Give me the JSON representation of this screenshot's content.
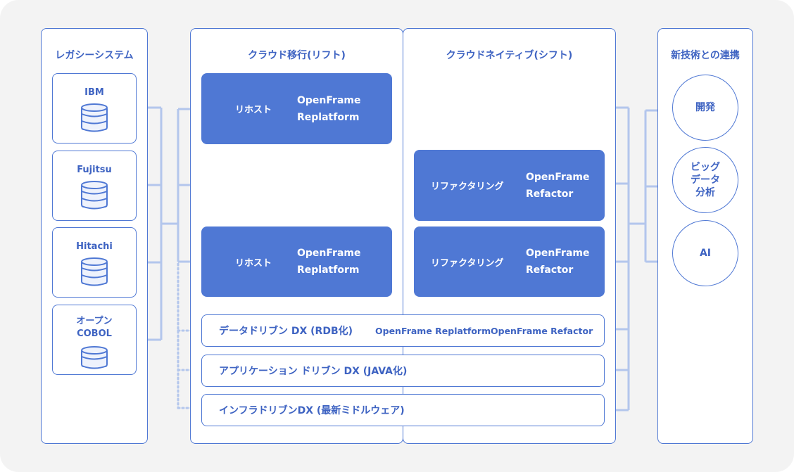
{
  "columns": {
    "legacy": "レガシーシステム",
    "lift": "クラウド移行(リフト)",
    "shift": "クラウドネイティブ(シフト)",
    "newtech": "新技術との連携"
  },
  "legacy_systems": [
    {
      "label": "IBM"
    },
    {
      "label": "Fujitsu"
    },
    {
      "label": "Hitachi"
    },
    {
      "label": "オープン\nCOBOL"
    }
  ],
  "rehost_1": {
    "label": "リホスト",
    "product_line1": "OpenFrame",
    "product_line2": "Replatform"
  },
  "rehost_2": {
    "label": "リホスト",
    "product_line1": "OpenFrame",
    "product_line2": "Replatform"
  },
  "refactor_1": {
    "label": "リファクタリング",
    "product_line1": "OpenFrame",
    "product_line2": "Refactor"
  },
  "refactor_2": {
    "label": "リファクタリング",
    "product_line1": "OpenFrame",
    "product_line2": "Refactor"
  },
  "dx_rows": [
    {
      "label": "データドリブン DX (RDB化)",
      "sub1": "OpenFrame Replatform",
      "sub2": "OpenFrame Refactor"
    },
    {
      "label": "アプリケーション ドリブン DX (JAVA化)"
    },
    {
      "label": "インフラドリブンDX (最新ミドルウェア)"
    }
  ],
  "new_tech": [
    {
      "label": "開発"
    },
    {
      "label": "ビッグ\nデータ\n分析"
    },
    {
      "label": "AI"
    }
  ],
  "colors": {
    "accent": "#4f78d4",
    "text_blue": "#3e63c2",
    "connector": "#b3c6ec",
    "background": "#f3f3f3"
  }
}
